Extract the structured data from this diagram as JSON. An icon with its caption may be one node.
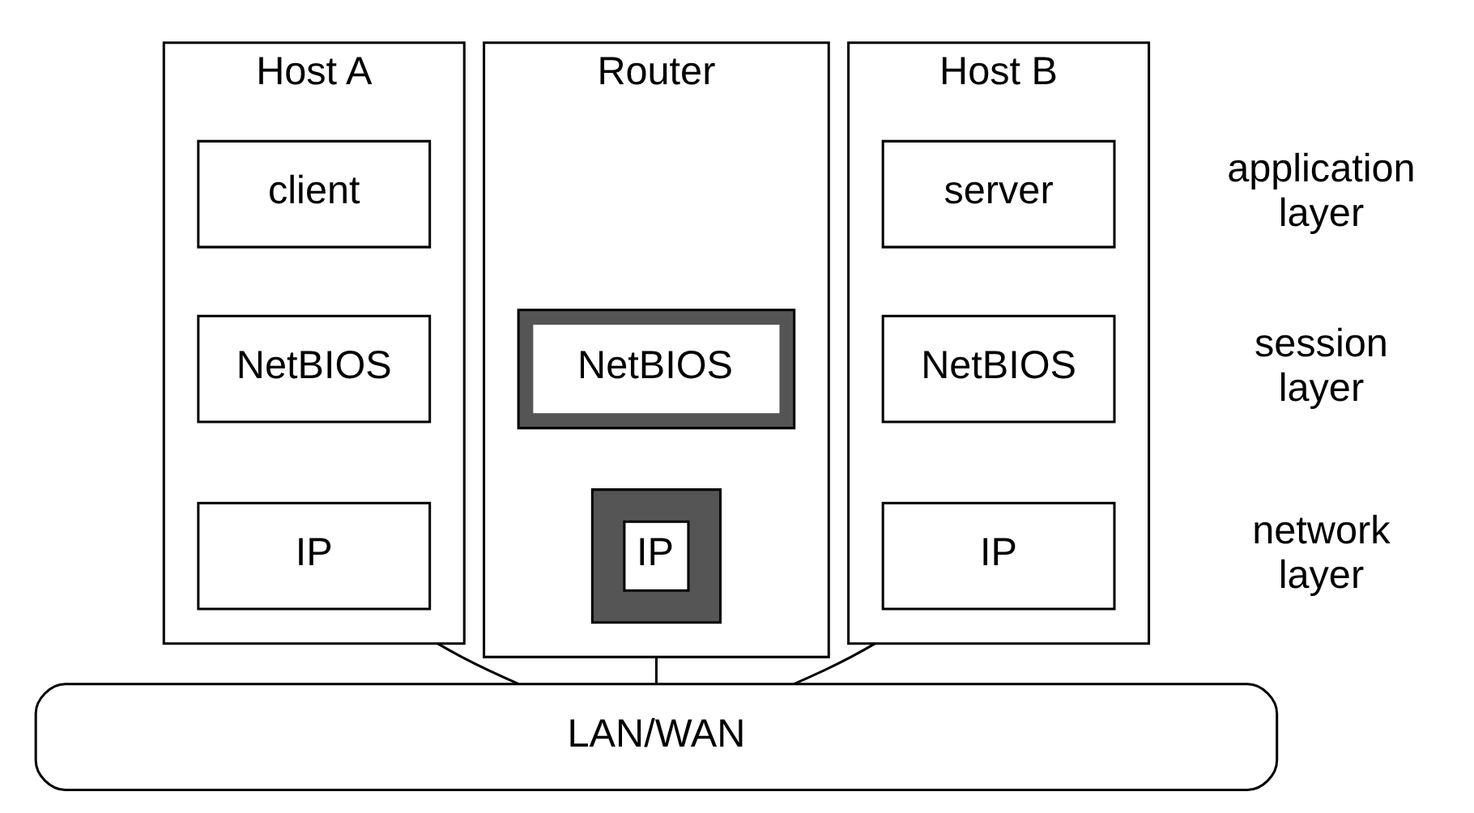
{
  "diagram": {
    "nodes": [
      {
        "text": [
          "Host A"
        ]
      },
      {
        "text": [
          "client"
        ],
        "in": 0
      },
      {
        "text": [
          "NetBIOS"
        ],
        "in": 0
      },
      {
        "text": [
          "IP"
        ],
        "in": 0
      },
      {
        "text": [
          "Router"
        ]
      },
      {
        "text": [
          "NetBIOS"
        ],
        "in": 4
      },
      {
        "text": [
          "IP"
        ],
        "in": 4
      },
      {
        "text": [
          "Host B"
        ]
      },
      {
        "text": [
          "server"
        ],
        "in": 7
      },
      {
        "text": [
          "NetBIOS"
        ],
        "in": 7
      },
      {
        "text": [
          "IP"
        ],
        "in": 7
      },
      {
        "text": [
          "LAN/WAN"
        ]
      }
    ],
    "edges": [
      {
        "from": 0,
        "to": 11,
        "arrow": "none"
      },
      {
        "from": 4,
        "to": 11,
        "arrow": "none"
      },
      {
        "from": 7,
        "to": 11,
        "arrow": "none"
      }
    ],
    "labels": [
      "application layer",
      "session layer",
      "network layer"
    ]
  }
}
